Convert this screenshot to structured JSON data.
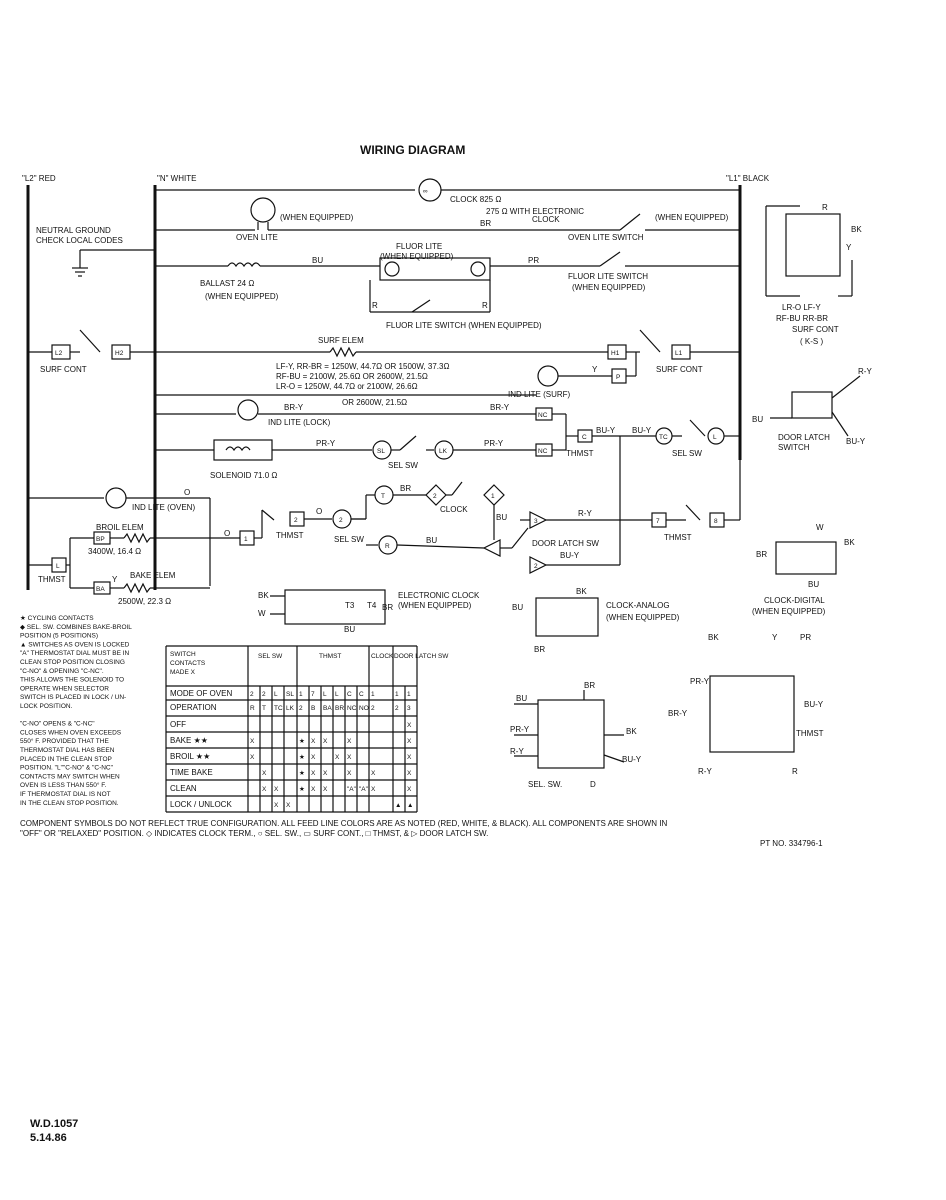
{
  "title": "WIRING DIAGRAM",
  "buses": {
    "l2": "\"L2\" RED",
    "n": "\"N\" WHITE",
    "l1": "\"L1\" BLACK"
  },
  "labels": {
    "clock_825": "CLOCK 825 Ω",
    "electronic_clock_275": "275 Ω WITH ELECTRONIC",
    "clock_word": "CLOCK",
    "br": "BR",
    "when_equipped": "(WHEN EQUIPPED)",
    "when_equipped_1": "(WHEN EQUIPPED)",
    "oven_lite": "OVEN LITE",
    "oven_lite_switch": "OVEN LITE SWITCH",
    "neutral_ground": "NEUTRAL GROUND",
    "check_local_codes": "CHECK LOCAL CODES",
    "fluor_lite": "FLUOR LITE",
    "fluor_when_equipped": "(WHEN EQUIPPED)",
    "bu": "BU",
    "pr": "PR",
    "ballast": "BALLAST 24 Ω",
    "ballast_when": "(WHEN EQUIPPED)",
    "fluor_lite_switch": "FLUOR LITE SWITCH",
    "fluor_lite_switch_when": "(WHEN EQUIPPED)",
    "fluor_lite_switch_bottom": "FLUOR LITE SWITCH (WHEN EQUIPPED)",
    "r": "R",
    "surf_elem": "SURF ELEM",
    "surf_cont_left": "SURF CONT",
    "surf_cont_right": "SURF CONT",
    "elem_specs": [
      "LF-Y, RR-BR = 1250W, 44.7Ω OR 1500W, 37.3Ω",
      "RF-BU = 2100W, 25.6Ω OR 2600W, 21.5Ω",
      "LR-O = 1250W, 44.7Ω or 2100W, 26.6Ω"
    ],
    "or_2600": "OR 2600W, 21.5Ω",
    "ind_lite_surf": "IND LITE (SURF)",
    "y": "Y",
    "p": "P",
    "br_y": "BR-Y",
    "ind_lite_lock": "IND LITE (LOCK)",
    "pr_y": "PR-Y",
    "nc": "NC",
    "c": "C",
    "bu_y": "BU-Y",
    "tc": "TC",
    "l": "L",
    "thmst": "THMST",
    "sel_sw": "SEL SW",
    "solenoid": "SOLENOID 71.0 Ω",
    "sl": "SL",
    "lk": "LK",
    "o": "O",
    "ind_lite_oven": "IND LITE (OVEN)",
    "broil_elem": "BROIL ELEM",
    "broil_spec": "3400W, 16.4 Ω",
    "bake_elem": "BAKE ELEM",
    "bake_spec": "2500W, 22.3 Ω",
    "t": "T",
    "clock_sym": "CLOCK",
    "door_latch_sw": "DOOR LATCH SW",
    "r_y": "R-Y",
    "n2": "2",
    "n1": "1",
    "n7": "7",
    "n8": "8",
    "n3": "3",
    "h2": "H2",
    "l2box": "L2",
    "h1": "H1",
    "l1box": "L1",
    "bp": "BP",
    "ba": "BA",
    "electronic_clock": "ELECTRONIC CLOCK",
    "electronic_clock_when": "(WHEN EQUIPPED)",
    "bk": "BK",
    "w": "W",
    "t3": "T3",
    "t4": "T4",
    "clock_analog": "CLOCK-ANALOG",
    "clock_analog_when": "(WHEN EQUIPPED)",
    "clock_digital": "CLOCK-DIGITAL",
    "clock_digital_when": "(WHEN EQUIPPED)",
    "door_latch_switch": "DOOR LATCH",
    "door_latch_switch2": "SWITCH",
    "surf_cont_ks": "SURF CONT",
    "ks": "( K-S )",
    "lr_o": "LR-O   LF-Y",
    "rf_bu": "RF-BU   RR-BR",
    "sel_sw_small": "SEL. SW.",
    "thmst_small": "THMST",
    "d": "D",
    "component_note": "COMPONENT SYMBOLS DO NOT REFLECT TRUE CONFIGURATION. ALL FEED LINE COLORS ARE AS NOTED (RED, WHITE, & BLACK). ALL COMPONENTS ARE SHOWN IN",
    "component_note2": "\"OFF\" OR \"RELAXED\" POSITION.  ◇ INDICATES CLOCK TERM.,  ○ SEL. SW.,  ▭ SURF CONT.,  □ THMST, & ▷ DOOR LATCH SW.",
    "part_no": "PT NO. 334796-1"
  },
  "notes": [
    "★ CYCLING CONTACTS",
    "◆ SEL. SW. COMBINES BAKE-BROIL",
    "   POSITION (5 POSITIONS)",
    "▲ SWITCHES AS OVEN IS LOCKED",
    "\"A\" THERMOSTAT DIAL MUST BE IN",
    "   CLEAN STOP POSITION CLOSING",
    "   \"C-NO\" & OPENING \"C-NC\".",
    "   THIS ALLOWS THE SOLENOID TO",
    "   OPERATE WHEN SELECTOR",
    "   SWITCH IS PLACED IN LOCK / UN-",
    "   LOCK POSITION.",
    "",
    "\"C-NO\" OPENS & \"C-NC\"",
    "   CLOSES WHEN OVEN EXCEEDS",
    "   550° F. PROVIDED THAT THE",
    "   THERMOSTAT DIAL HAS BEEN",
    "   PLACED IN THE CLEAN STOP",
    "   POSITION. \"L\"\"C-NO\" & \"C-NC\"",
    "   CONTACTS MAY SWITCH WHEN",
    "   OVEN IS LESS THAN 550° F.",
    "   IF THERMOSTAT DIAL IS NOT",
    "   IN THE CLEAN STOP POSITION."
  ],
  "table": {
    "header_left": [
      "SWITCH",
      "CONTACTS",
      "MADE  X"
    ],
    "groups": [
      "SEL SW",
      "THMST",
      "CLOCK",
      "DOOR LATCH SW"
    ],
    "mode_label": "MODE OF OVEN",
    "operation_label": "OPERATION",
    "mode_row": [
      "2",
      "2",
      "L",
      "SL",
      "1",
      "7",
      "L",
      "L",
      "C",
      "C",
      "1",
      "1",
      "1"
    ],
    "op_row": [
      "R",
      "T",
      "TC",
      "LK",
      "2",
      "B",
      "BA",
      "BR",
      "NC",
      "NO",
      "2",
      "2",
      "3"
    ],
    "rows": [
      {
        "label": "OFF",
        "cells": [
          "",
          "",
          "",
          "",
          "",
          "",
          "",
          "",
          "",
          "",
          "",
          "",
          "X"
        ]
      },
      {
        "label": "BAKE ★★",
        "cells": [
          "X",
          "",
          "",
          "",
          "★",
          "X",
          "X",
          "",
          "X",
          "",
          "",
          "",
          "X"
        ]
      },
      {
        "label": "BROIL ★★",
        "cells": [
          "X",
          "",
          "",
          "",
          "★",
          "X",
          "",
          "X",
          "X",
          "",
          "",
          "",
          "X"
        ]
      },
      {
        "label": "TIME BAKE",
        "cells": [
          "",
          "X",
          "",
          "",
          "★",
          "X",
          "X",
          "",
          "X",
          "",
          "X",
          "",
          "X"
        ]
      },
      {
        "label": "CLEAN",
        "cells": [
          "",
          "X",
          "X",
          "",
          "★",
          "X",
          "X",
          "",
          "\"A\"",
          "\"A\"",
          "X",
          "",
          "X"
        ]
      },
      {
        "label": "LOCK / UNLOCK",
        "cells": [
          "",
          "",
          "X",
          "X",
          "",
          "",
          "",
          "",
          "",
          "",
          "",
          "▲",
          "▲"
        ]
      }
    ]
  },
  "footer": {
    "line1": "W.D.1057",
    "line2": "5.14.86"
  }
}
